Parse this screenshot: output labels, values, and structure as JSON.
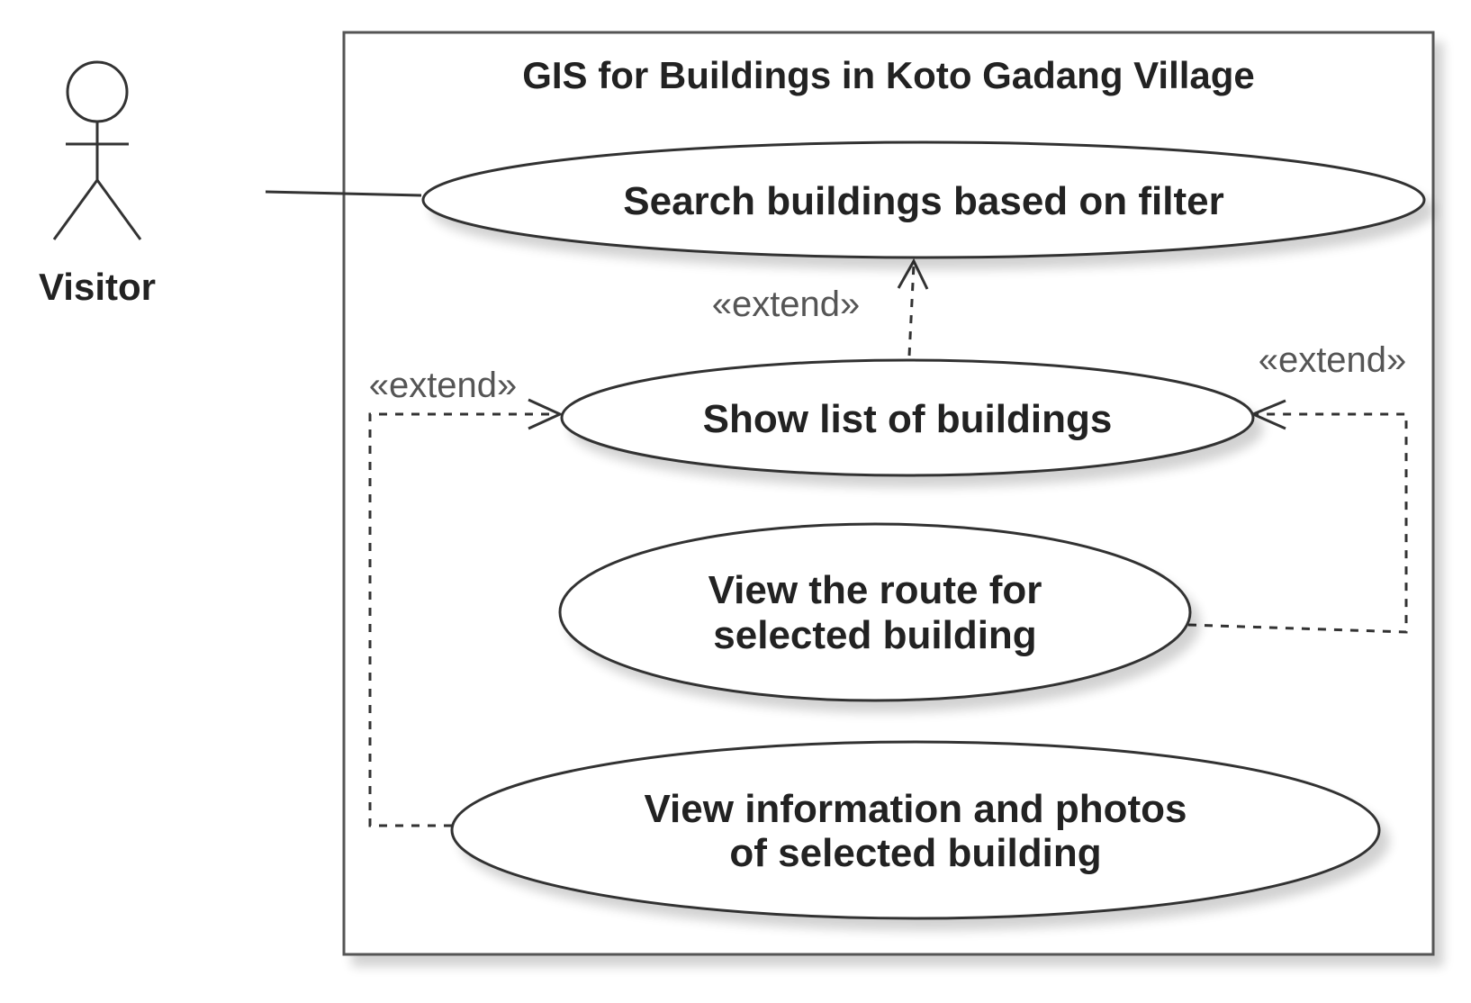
{
  "system": {
    "title": "GIS for Buildings in Koto Gadang Village"
  },
  "actor": {
    "label": "Visitor"
  },
  "use_cases": {
    "search": {
      "label": "Search buildings based on filter"
    },
    "show_list": {
      "label": "Show list of buildings"
    },
    "view_route": {
      "line1": "View the route for",
      "line2": "selected building"
    },
    "view_info": {
      "line1": "View information and photos",
      "line2": "of selected building"
    }
  },
  "relations": {
    "extend_search": "«extend»",
    "extend_route": "«extend»",
    "extend_info": "«extend»"
  }
}
